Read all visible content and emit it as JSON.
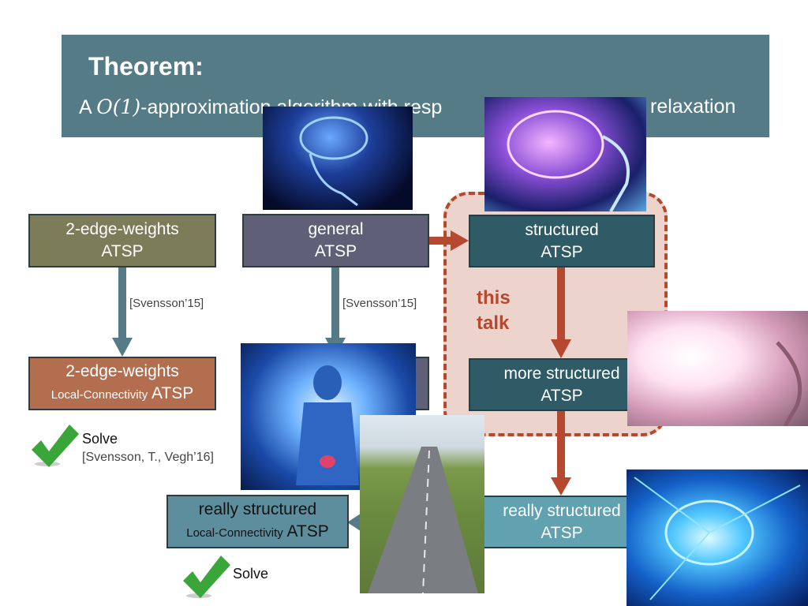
{
  "theorem": {
    "title": "Theorem:",
    "line_prefix": "A ",
    "line_math": "O(1)",
    "line_middle": "-approximation algorithm with resp",
    "line_suffix": "relaxation"
  },
  "boxes": {
    "two_edge_weights": {
      "line1": "2-edge-weights",
      "line2": "ATSP"
    },
    "general": {
      "line1": "general",
      "line2": "ATSP"
    },
    "structured": {
      "line1": "structured",
      "line2": "ATSP"
    },
    "two_edge_lc": {
      "line1": "2-edge-weights",
      "line2a": "Local-Connectivity",
      "line2b": " ATSP"
    },
    "more_structured": {
      "line1": "more structured",
      "line2": "ATSP"
    },
    "really_structured_lc": {
      "line1": "really structured",
      "line2a": "Local-Connectivity",
      "line2b": " ATSP"
    },
    "really_structured": {
      "line1": "really structured",
      "line2": "ATSP"
    }
  },
  "citations": {
    "left": "[Svensson’15]",
    "middle": "[Svensson’15]",
    "svt": "[Svensson, T., Vegh’16]"
  },
  "this_talk": {
    "line1": "this",
    "line2": "talk"
  },
  "solve_top": "Solve",
  "solve_bottom": "Solve",
  "colors": {
    "header": "#557c86",
    "arrow_steel": "#557c86",
    "arrow_rust": "#b5482f",
    "check": "#3aa63a"
  },
  "images": [
    "brain-xray-icon",
    "glowing-brain-icon",
    "bright-brain-icon",
    "cosmic-figure-icon",
    "road-icon",
    "network-brain-icon"
  ]
}
